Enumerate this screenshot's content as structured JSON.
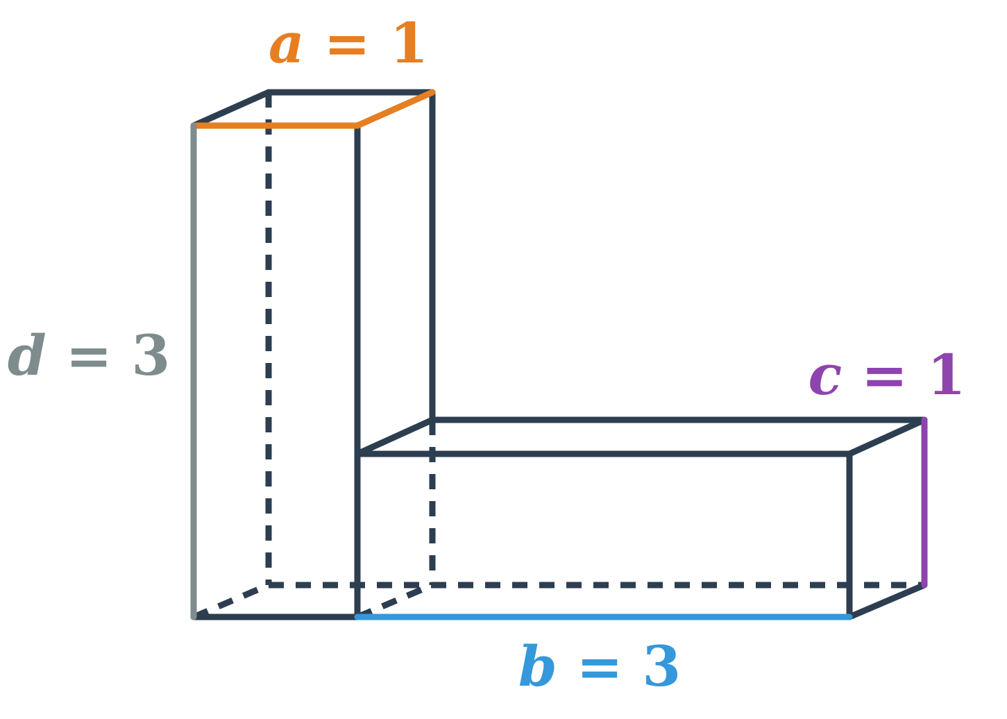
{
  "colors": {
    "edge": "#2c3e50",
    "a": "#e67e22",
    "b": "#3498db",
    "c": "#8e44ad",
    "d": "#7f8c8d"
  },
  "labels": {
    "a": {
      "variable": "a",
      "equals": " = ",
      "value": "1"
    },
    "b": {
      "variable": "b",
      "equals": " = ",
      "value": "3"
    },
    "c": {
      "variable": "c",
      "equals": " = ",
      "value": "1"
    },
    "d": {
      "variable": "d",
      "equals": " = ",
      "value": "3"
    }
  }
}
